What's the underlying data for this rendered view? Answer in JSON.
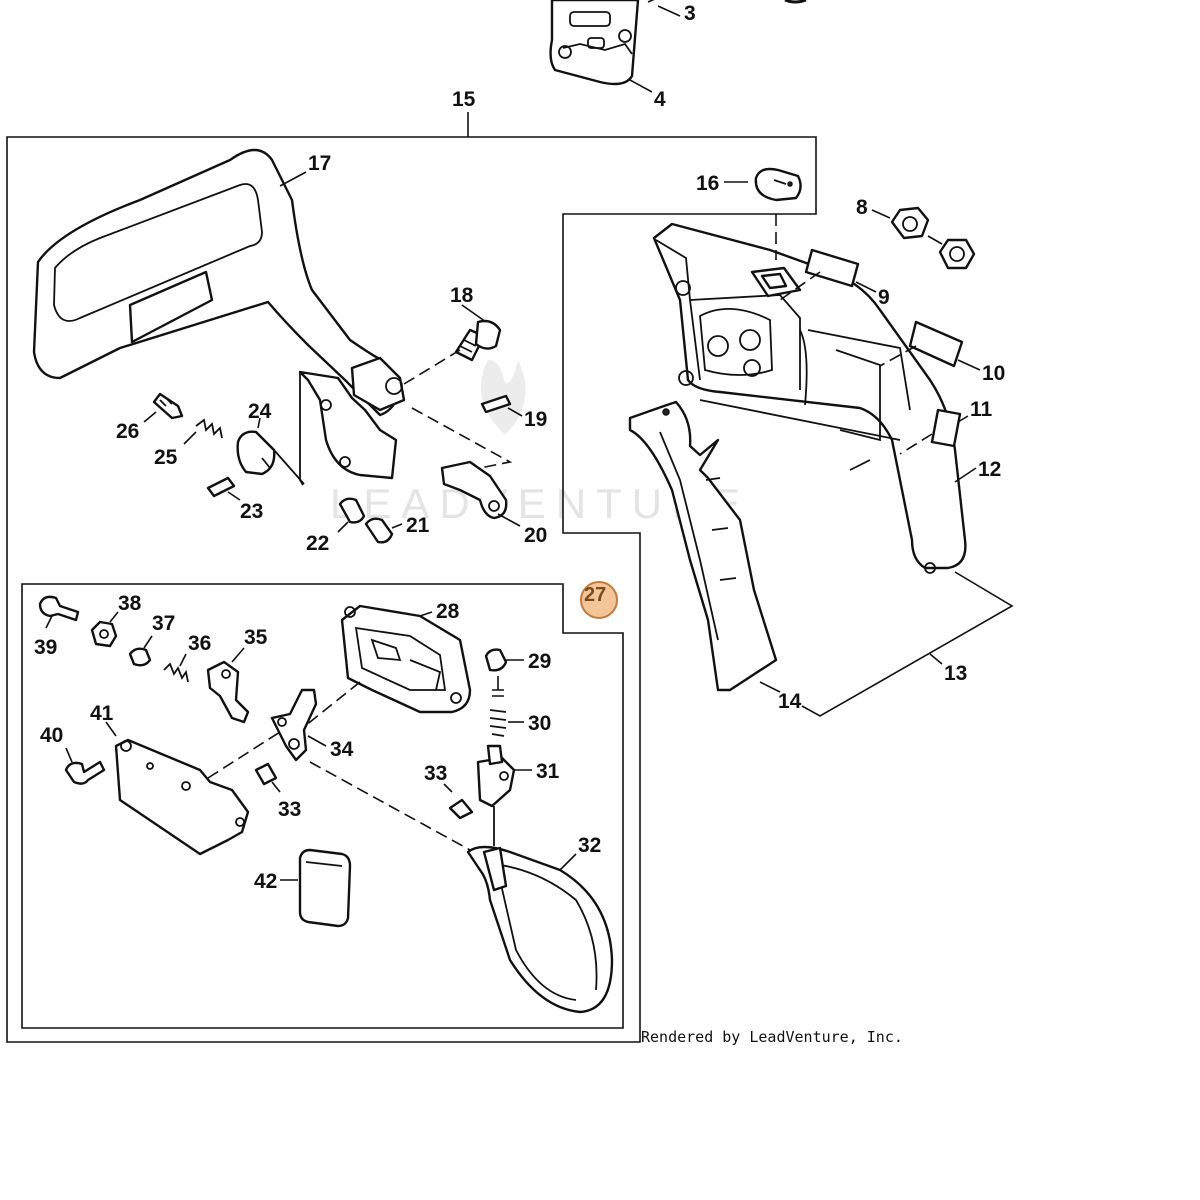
{
  "callouts": {
    "c3": "3",
    "c4": "4",
    "c8": "8",
    "c9": "9",
    "c10": "10",
    "c11": "11",
    "c12": "12",
    "c13": "13",
    "c14": "14",
    "c15": "15",
    "c16": "16",
    "c17": "17",
    "c18": "18",
    "c19": "19",
    "c20": "20",
    "c21": "21",
    "c22": "22",
    "c23": "23",
    "c24": "24",
    "c25": "25",
    "c26": "26",
    "c27": "27",
    "c28": "28",
    "c29": "29",
    "c30": "30",
    "c31": "31",
    "c32": "32",
    "c33a": "33",
    "c33b": "33",
    "c34": "34",
    "c35": "35",
    "c36": "36",
    "c37": "37",
    "c38": "38",
    "c39": "39",
    "c40": "40",
    "c41": "41",
    "c42": "42"
  },
  "watermark": "LEADVENTURE",
  "credit": "Rendered by LeadVenture, Inc.",
  "colors": {
    "ink": "#111111",
    "highlight_fill": "#f3c69a",
    "highlight_stroke": "#c47a3a",
    "watermark": "#e4e4e4"
  }
}
